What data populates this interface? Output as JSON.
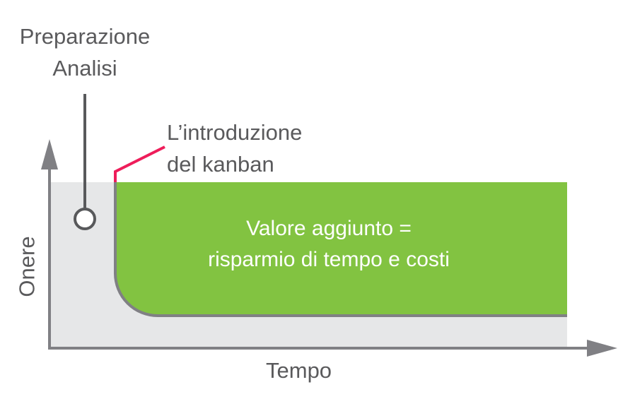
{
  "labels": {
    "preparation": [
      "Preparazione",
      "Analisi"
    ],
    "kanban_intro": [
      "L’introduzione",
      "del kanban"
    ],
    "value_added": [
      "Valore aggiunto =",
      "risparmio di tempo e costi"
    ],
    "y_axis": "Onere",
    "x_axis": "Tempo"
  },
  "colors": {
    "green": "#82c341",
    "gray_area": "#e6e7e8",
    "axis": "#808084",
    "marker": "#58595b",
    "accent": "#ee1d5a"
  }
}
